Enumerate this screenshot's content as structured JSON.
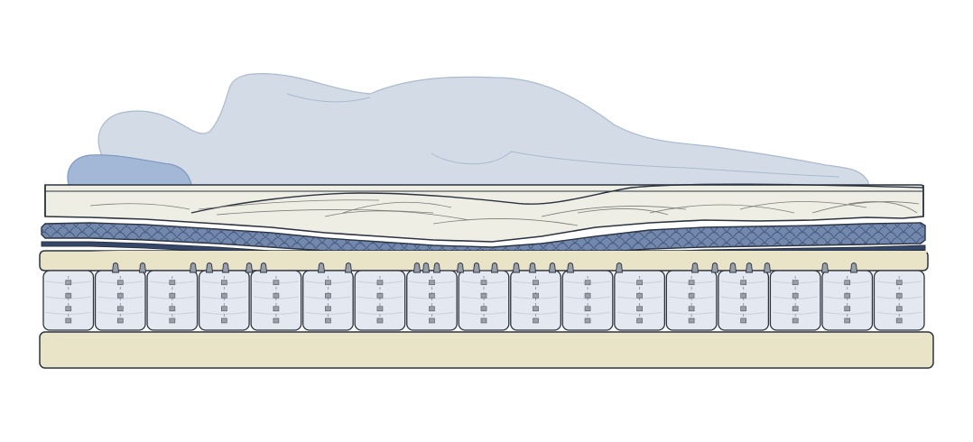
{
  "colors": {
    "background": "#ffffff",
    "outline": "#2b3340",
    "body_fill": "#d3dbe6",
    "body_stroke": "#a9bad0",
    "pillow_fill": "#a3b7d6",
    "pillow_stroke": "#7f98c0",
    "comfort_layer_fill": "#efeee5",
    "quilt_line": "#7d7d78",
    "gel_foam_fill": "#7288ad",
    "gel_foam_mesh": "#3f5174",
    "gel_foam_dark": "#34466a",
    "support_foam_fill": "#e9e3c8",
    "pocket_coil_fill": "#e4e8f0",
    "pocket_coil_shade": "#c9d0dd",
    "spring_fill": "#9aa0aa",
    "base_foam_fill": "#e9e3c8"
  },
  "icons": {
    "sleeper": "sleeping-person-silhouette",
    "pillow": "pillow",
    "coil": "pocket-spring-coil",
    "spring_tip": "spring-tip"
  },
  "layers": [
    {
      "key": "comfort-layer"
    },
    {
      "key": "gel-foam-layer"
    },
    {
      "key": "support-foam-layer"
    },
    {
      "key": "pocket-coil-layer",
      "coil_count": 17
    },
    {
      "key": "base-foam-layer"
    }
  ]
}
